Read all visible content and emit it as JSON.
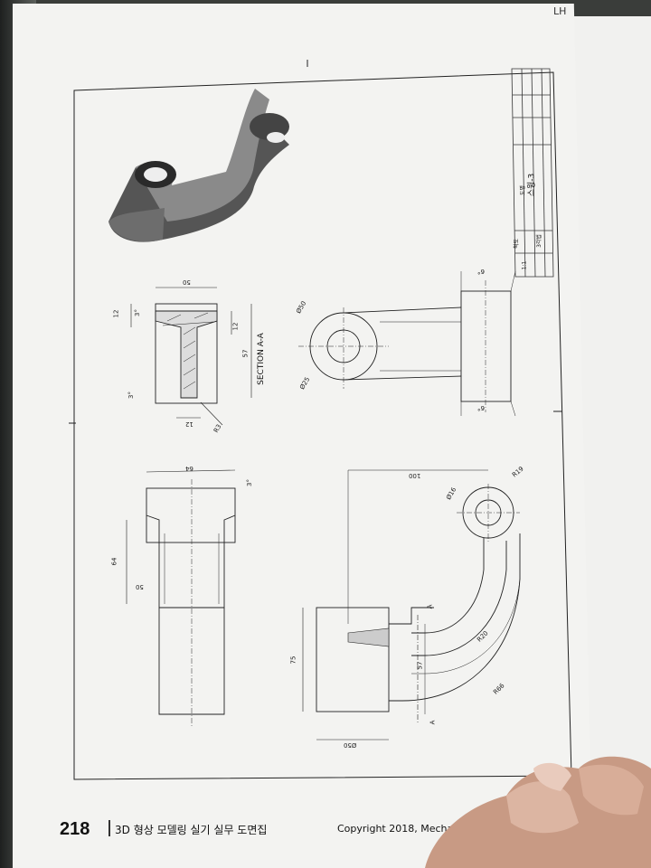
{
  "footer": {
    "page_number": "218",
    "book_title": "3D 형상 모델링 실기 실무 도면집",
    "copyright": "Copyright 2018, Mechapia C"
  },
  "title_block": {
    "part_name": "스윙-3",
    "label_name": "도명",
    "label_scale": "척도",
    "scale_value": "1:1",
    "label_angle": "3각법"
  },
  "section_label": "SECTION A-A",
  "dimensions": {
    "top_width": "50",
    "top_height_a": "12",
    "top_draft": "3°",
    "top_height_b": "12",
    "top_depth": "57",
    "stem_draft": "3°",
    "stem_width": "12",
    "fillet": "R3",
    "boss_dia": "Ø50",
    "hole_dia": "Ø25",
    "right_draft_top": "6°",
    "right_draft_bottom": "6°",
    "front_width": "64",
    "front_draft": "3°",
    "front_height": "64",
    "front_neck": "50",
    "arm_length": "100",
    "small_dia": "Ø16",
    "small_radius": "R19",
    "inner_radius": "R20",
    "outer_radius": "R66",
    "arm_offset": "57",
    "base_height": "75",
    "base_dia": "Ø50",
    "section_mark_a": "A",
    "section_mark_b": "A"
  },
  "next_page_text": "LH"
}
